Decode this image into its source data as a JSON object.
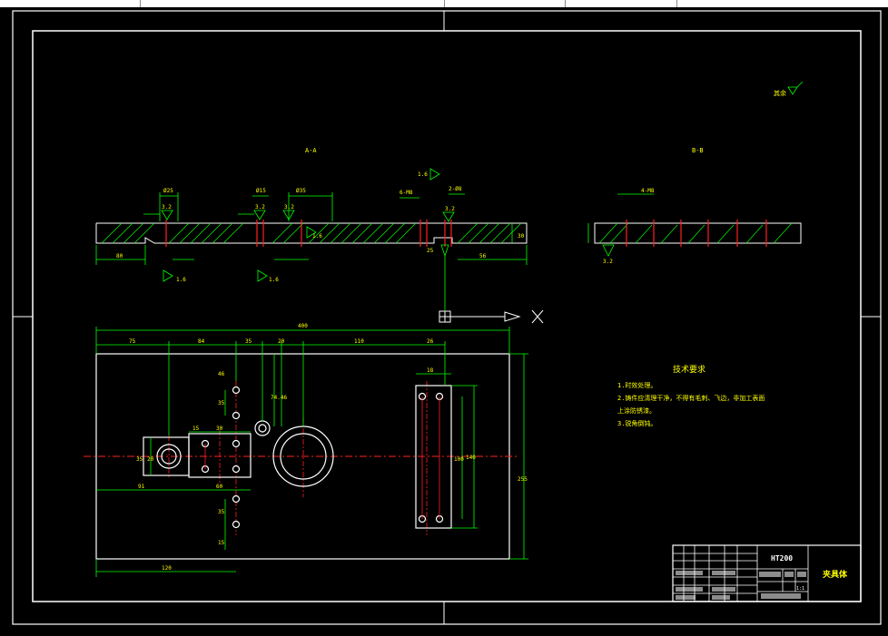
{
  "colors": {
    "background": "#000000",
    "frame": "#ffffff",
    "geometry": "#ffffff",
    "dimension": "#00ff00",
    "centerline": "#ff2020",
    "text": "#ffff00"
  },
  "sections": {
    "aa": "A-A",
    "bb": "B-B"
  },
  "surface_note": "其余",
  "dims": {
    "d_dia25": "Ø25",
    "d_dia15": "Ø15",
    "d_dia35": "Ø35",
    "d_6m8": "6-M8",
    "d_2m8": "2-Ø8",
    "d_4m8": "4-M8",
    "d_80": "80",
    "d_56": "56",
    "d_30": "30",
    "d_25": "25",
    "r32_1": "3.2",
    "r32_2": "3.2",
    "r32_3": "3.2",
    "r32_4": "3.2",
    "r32_5": "3.2",
    "r16_1": "1.6",
    "r16_2": "1.6",
    "r16_3": "1.6",
    "r16_4": "1.6",
    "top_400": "400",
    "top_75": "75",
    "top_84": "84",
    "top_35": "35",
    "top_20": "20",
    "top_110": "110",
    "top_26": "26",
    "top_18": "18",
    "left_46": "46",
    "left_35": "35",
    "mid_7446": "74.46",
    "boss_35": "35",
    "boss_30": "30",
    "boss_20": "20",
    "boss_15": "15",
    "boss_91": "91",
    "boss_60": "60",
    "lower_35": "35",
    "lower_15": "15",
    "bottom_120": "120",
    "right_100": "100",
    "right_140": "140",
    "right_h": "255"
  },
  "tech": {
    "title": "技术要求",
    "lines": [
      "1.时效处理。",
      "2.铸件应清理干净，不得有毛刺、飞边，非加工表面",
      "上涂防锈漆。",
      "3.锐角倒钝。"
    ]
  },
  "title_block": {
    "material": "HT200",
    "name": "夹具体",
    "scale": "1:1"
  }
}
